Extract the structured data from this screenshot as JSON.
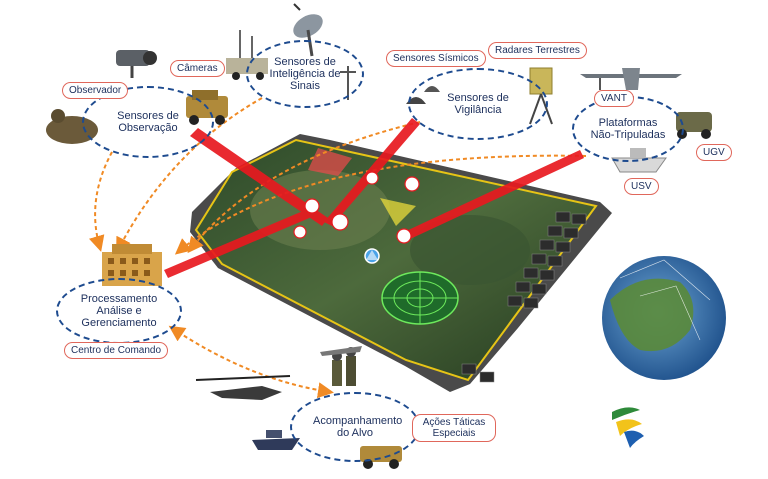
{
  "nodes": {
    "observacao": "Sensores de Observação",
    "inteligencia": "Sensores de Inteligência de Sinais",
    "vigilancia": "Sensores de Vigilância",
    "plataformas": "Plataformas Não-Tripuladas",
    "processamento": "Processamento Análise e Gerenciamento",
    "acompanhamento": "Acompanhamento do Alvo"
  },
  "tags": {
    "observador": "Observador",
    "cameras": "Câmeras",
    "sismicos": "Sensores Sísmicos",
    "radares": "Radares Terrestres",
    "vant": "VANT",
    "ugv": "UGV",
    "usv": "USV",
    "centro": "Centro de Comando",
    "acoes": "Ações Táticas Especiais"
  },
  "colors": {
    "node_border": "#1e4b8f",
    "tag_border": "#e0675b",
    "arrow": "#f08a24",
    "beam": "#e8191f",
    "map_frame": "#e6c416"
  },
  "icons": [
    "satellite-dish-icon",
    "camera-turret-icon",
    "soldier-icon",
    "humvee-icon",
    "antenna-icon",
    "seismic-sensor-icon",
    "radar-icon",
    "drone-icon",
    "ugv-icon",
    "usv-icon",
    "building-icon",
    "helicopter-icon",
    "boat-icon",
    "globe-icon",
    "logo-icon"
  ]
}
